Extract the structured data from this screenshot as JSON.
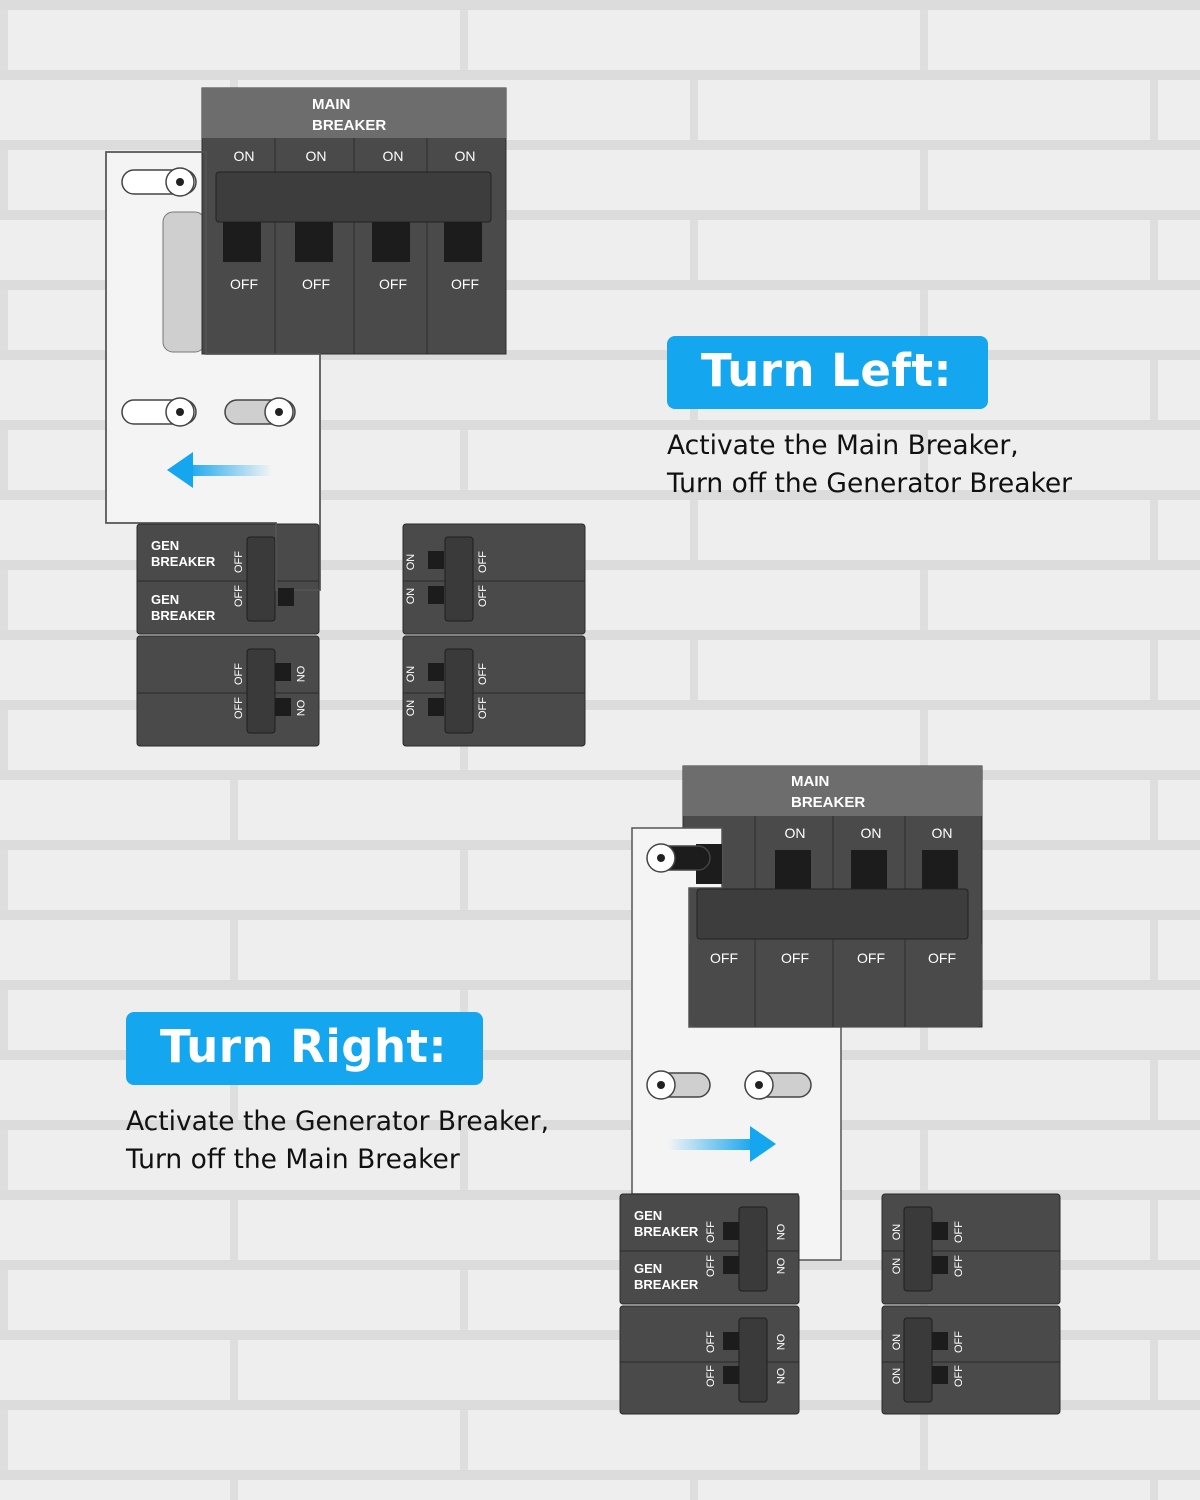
{
  "left_callout": {
    "title": "Turn Left:",
    "line1": "Activate the Main Breaker,",
    "line2": "Turn off the Generator Breaker"
  },
  "right_callout": {
    "title": "Turn Right:",
    "line1": "Activate the Generator Breaker,",
    "line2": "Turn off the Main Breaker"
  },
  "main_breaker": {
    "title_line1": "MAIN",
    "title_line2": "BREAKER",
    "on_label": "ON",
    "off_label": "OFF"
  },
  "gen_breaker": {
    "line1": "GEN",
    "line2": "BREAKER"
  },
  "switch": {
    "on": "ON",
    "off": "OFF"
  },
  "colors": {
    "accent": "#14a6ee",
    "panel": "#4a4a4a",
    "panel_header": "#6d6d6d",
    "plate": "#f4f4f4"
  },
  "icons": {
    "left": "arrow-left-icon",
    "right": "arrow-right-icon"
  }
}
